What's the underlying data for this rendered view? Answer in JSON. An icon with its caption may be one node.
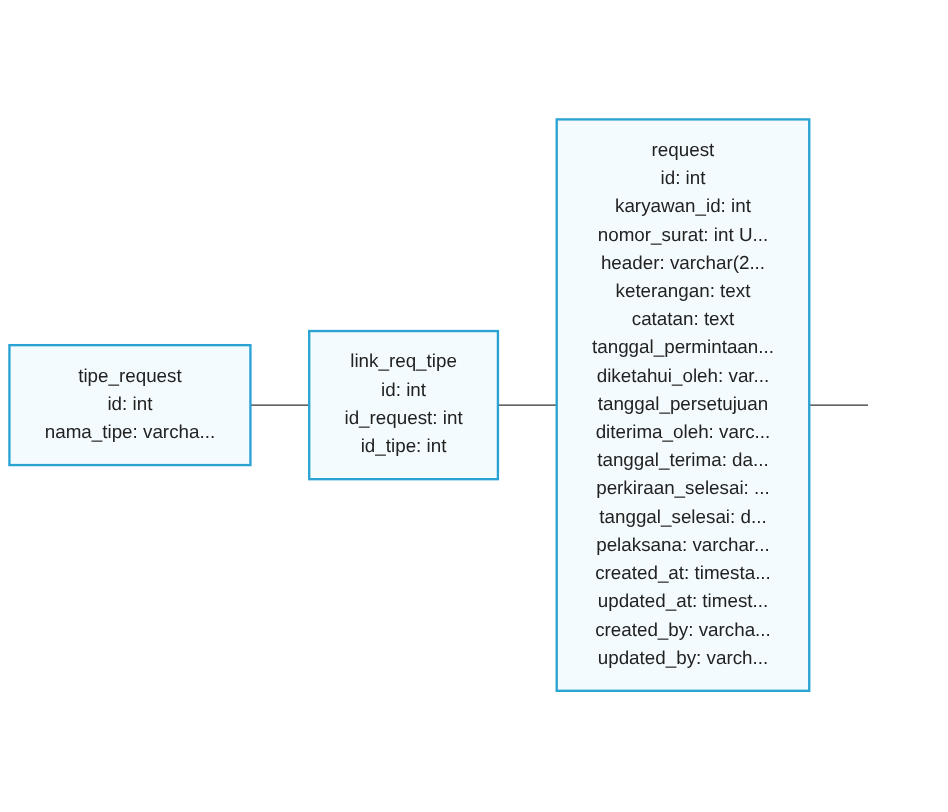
{
  "diagram": {
    "nodes": [
      {
        "text": [
          "tipe_request",
          "id: int",
          "nama_tipe: varcha..."
        ]
      },
      {
        "text": [
          "link_req_tipe",
          "id: int",
          "id_request: int",
          "id_tipe: int"
        ]
      },
      {
        "text": [
          "request",
          "id: int",
          "karyawan_id: int",
          "nomor_surat: int U...",
          "header: varchar(2...",
          "keterangan: text",
          "catatan: text",
          "tanggal_permintaan...",
          "diketahui_oleh: var...",
          "tanggal_persetujuan",
          "diterima_oleh: varc...",
          "tanggal_terima: da...",
          "perkiraan_selesai: ...",
          "tanggal_selesai: d...",
          "pelaksana: varchar...",
          "created_at: timesta...",
          "updated_at: timest...",
          "created_by: varcha...",
          "updated_by: varch..."
        ]
      }
    ],
    "edges": [
      {
        "from": 0,
        "to": 1,
        "arrow": "none"
      },
      {
        "from": 1,
        "to": 2,
        "arrow": "none"
      },
      {
        "from": 2,
        "to": null,
        "arrow": "none"
      }
    ]
  }
}
